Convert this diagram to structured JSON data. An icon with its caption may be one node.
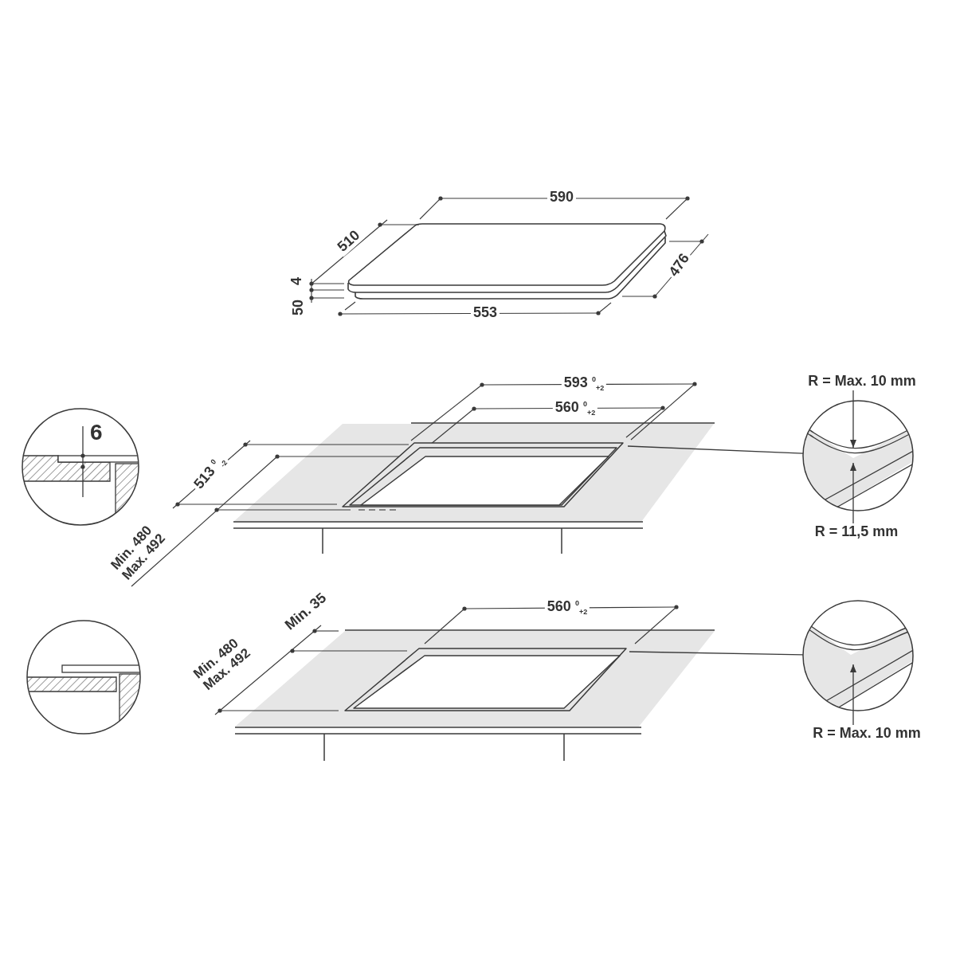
{
  "diagram": {
    "nodes": [
      {
        "text": [
          "6"
        ]
      },
      {
        "text": [],
        "shape": "box"
      },
      {
        "text": [],
        "shape": "circle"
      },
      {
        "text": [
          "R = Max. 10 mm"
        ]
      },
      {
        "text": [
          "R = 11,5 mm"
        ]
      },
      {
        "text": [],
        "shape": "circle"
      },
      {
        "text": [],
        "shape": "box"
      },
      {
        "text": [],
        "shape": "circle"
      },
      {
        "text": [
          "R = Max. 10 mm"
        ]
      }
    ],
    "edges": [
      {
        "from": 1,
        "to": 2,
        "arrow": "none"
      },
      {
        "from": 3,
        "to": 2,
        "arrow": "to"
      },
      {
        "from": 4,
        "to": 2,
        "arrow": "to"
      },
      {
        "from": 6,
        "to": 7,
        "arrow": "none"
      },
      {
        "from": 8,
        "to": 7,
        "arrow": "to"
      }
    ],
    "labels": [
      "590",
      "510",
      "4",
      "476",
      "50",
      "553",
      "593 $^{0}$$_{+2}$",
      "560 $^{0}$$_{+2}$",
      "513 $^{0}$$_{-2}$",
      "Min. 480 Max. 492",
      "Min. 35",
      "Min. 480 Max. 492",
      "560 $^{0}$$_{+2}$"
    ]
  }
}
